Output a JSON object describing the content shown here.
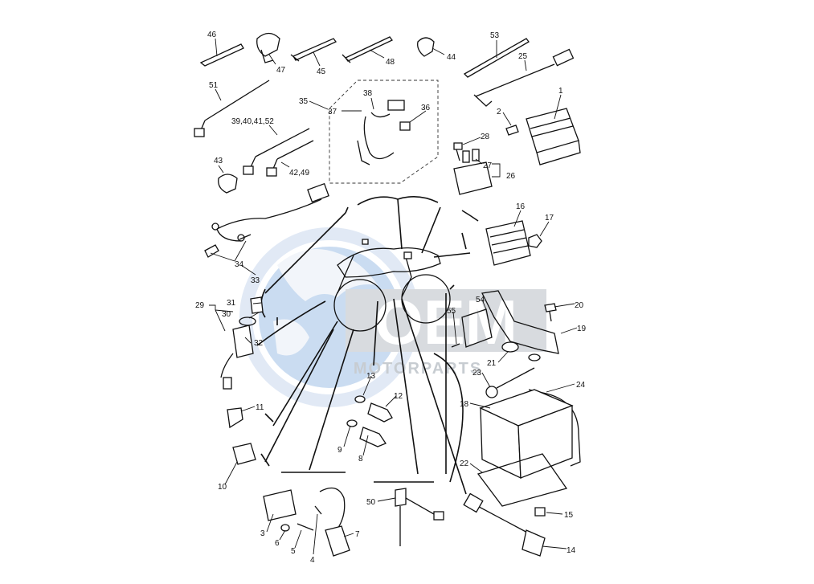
{
  "diagram": {
    "watermark": {
      "logo": "OEM",
      "subtitle": "MOTORPARTS"
    },
    "callouts": [
      "46",
      "47",
      "45",
      "48",
      "44",
      "53",
      "25",
      "1",
      "2",
      "51",
      "35",
      "37",
      "38",
      "36",
      "39,40,41,52",
      "28",
      "43",
      "42,49",
      "27",
      "26",
      "16",
      "17",
      "34",
      "33",
      "31",
      "30",
      "29",
      "32",
      "55",
      "54",
      "20",
      "19",
      "11",
      "13",
      "12",
      "9",
      "8",
      "21",
      "23",
      "24",
      "18",
      "22",
      "10",
      "50",
      "15",
      "14",
      "3",
      "6",
      "5",
      "4",
      "7"
    ]
  }
}
